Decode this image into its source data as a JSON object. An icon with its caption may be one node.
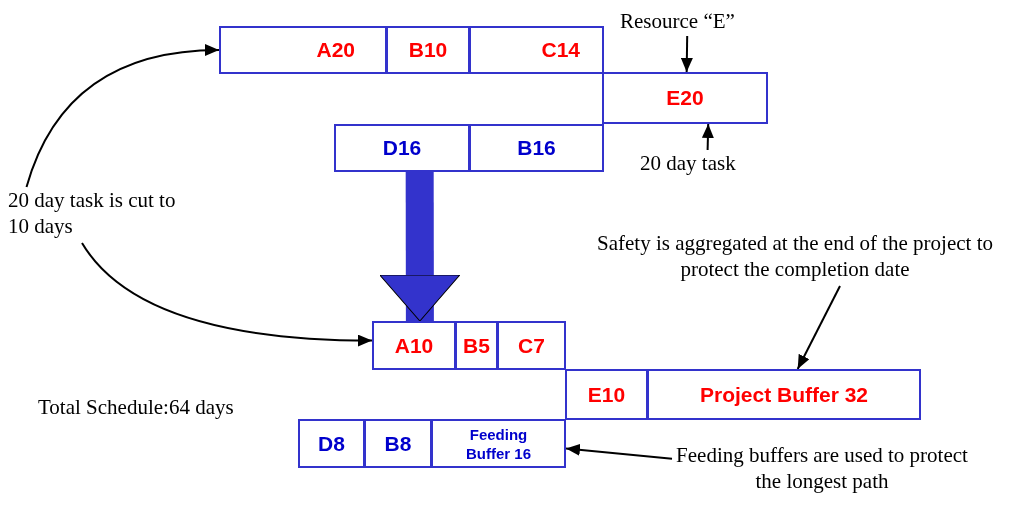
{
  "diagram": {
    "nodes": [
      {
        "text": [
          "A20"
        ]
      },
      {
        "text": [
          "B10"
        ]
      },
      {
        "text": [
          "C14"
        ]
      },
      {
        "text": [
          "E20"
        ]
      },
      {
        "text": [
          "D16"
        ]
      },
      {
        "text": [
          "B16"
        ]
      },
      {
        "text": [
          "Resource “E”"
        ]
      },
      {
        "text": [
          "20 day task"
        ]
      },
      {
        "text": [
          "20 day task is cut to 10 days"
        ]
      },
      {
        "text": [
          "A10"
        ]
      },
      {
        "text": [
          "B5"
        ]
      },
      {
        "text": [
          "C7"
        ]
      },
      {
        "text": [
          "E10"
        ]
      },
      {
        "text": [
          "Project Buffer 32"
        ]
      },
      {
        "text": [
          "D8"
        ]
      },
      {
        "text": [
          "B8"
        ]
      },
      {
        "text": [
          "Feeding Buffer 16"
        ]
      },
      {
        "text": [
          "Safety is aggregated at the end of the project to protect the completion date"
        ]
      },
      {
        "text": [
          "Feeding buffers are used to protect the longest path"
        ]
      }
    ],
    "edges": [
      {
        "from": 6,
        "to": 3,
        "arrow": "to"
      },
      {
        "from": 7,
        "to": 3,
        "arrow": "to"
      },
      {
        "from": 8,
        "to": 0,
        "arrow": "to"
      },
      {
        "from": 8,
        "to": 9,
        "arrow": "to"
      },
      {
        "from": 4,
        "to": 9,
        "arrow": "to",
        "style": "thick",
        "color": "#3333cc"
      },
      {
        "from": 17,
        "to": 13,
        "arrow": "to"
      },
      {
        "from": 18,
        "to": 16,
        "arrow": "to"
      }
    ],
    "labels": [
      "Total Schedule:64 days"
    ]
  }
}
